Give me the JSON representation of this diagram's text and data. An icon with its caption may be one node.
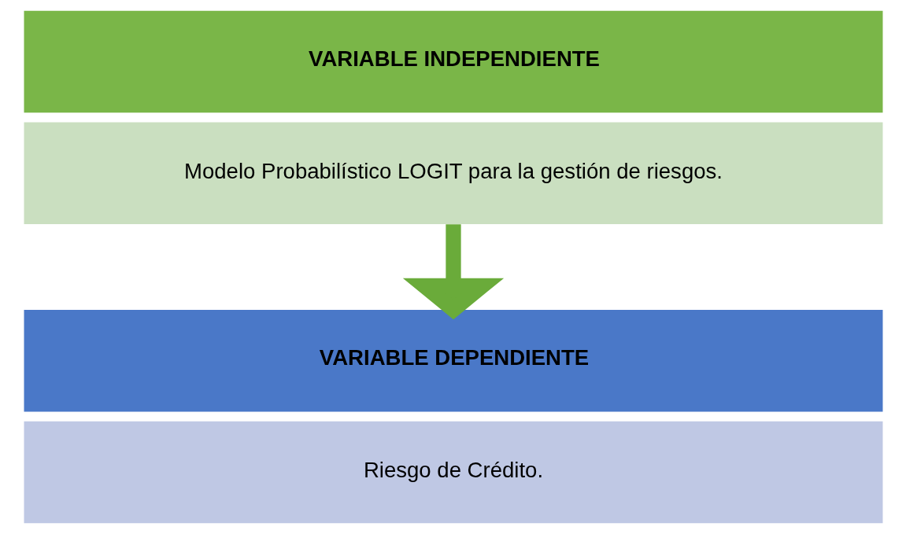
{
  "diagram": {
    "nodes": [
      {
        "text": [
          "VARIABLE INDEPENDIENTE"
        ]
      },
      {
        "text": [
          "Modelo Probabilístico LOGIT para la gestión de riesgos."
        ]
      },
      {
        "text": [
          "VARIABLE DEPENDIENTE"
        ]
      },
      {
        "text": [
          "Riesgo de Crédito."
        ]
      }
    ],
    "edges": [
      {
        "from": 1,
        "to": 2,
        "arrow": "to"
      }
    ]
  }
}
